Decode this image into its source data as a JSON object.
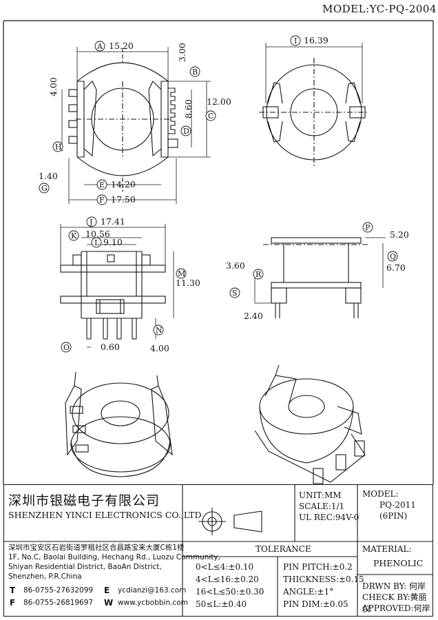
{
  "model_header": "MODEL:YC-PQ-2004",
  "dimensions": {
    "A": {
      "letter": "A",
      "value": "15.20"
    },
    "B": {
      "letter": "B",
      "value": "3.00"
    },
    "C": {
      "letter": "C",
      "value": "12.00"
    },
    "D": {
      "letter": "D",
      "value": "8.60"
    },
    "E": {
      "letter": "E",
      "value": "14.20"
    },
    "F": {
      "letter": "F",
      "value": "17.50"
    },
    "G": {
      "letter": "G",
      "value": "1.40"
    },
    "H": {
      "letter": "H",
      "value": "4.00"
    },
    "I": {
      "letter": "I",
      "value": "16.39"
    },
    "J": {
      "letter": "J",
      "value": "17.41"
    },
    "K": {
      "letter": "K",
      "value": "10.56"
    },
    "L": {
      "letter": "L",
      "value": "9.10"
    },
    "M": {
      "letter": "M",
      "value": "11.30"
    },
    "N": {
      "letter": "N",
      "value": "4.00"
    },
    "O": {
      "letter": "O",
      "value": "0.60"
    },
    "P": {
      "letter": "P",
      "value": "5.20"
    },
    "Q": {
      "letter": "Q",
      "value": "6.70"
    },
    "R": {
      "letter": "R",
      "value": "3.60"
    },
    "S": {
      "letter": "S",
      "value": "2.40"
    }
  },
  "company": {
    "name_cn": "深圳市银磁电子有限公司",
    "name_en": "SHENZHEN YINCI ELECTRONICS CO.,LTD",
    "address_cn": "深圳市宝安区石岩街道罗租社区合昌路宝来大厦C栋1楼",
    "address_en_1": "1F, No.C, Baolai Building, Hechang Rd., Luozu Community,",
    "address_en_2": "Shiyan Residential District, BaoAn District,",
    "address_en_3": "Shenzhen, P.R.China",
    "tel_label": "T",
    "tel": "86-0755-27632099",
    "fax_label": "F",
    "fax": "86-0755-26819697",
    "email_label": "E",
    "email": "ycdianzi@163.com",
    "web_label": "W",
    "web": "www.ycbobbin.com"
  },
  "units": {
    "unit": "UNIT:MM",
    "scale": "SCALE:1/1",
    "ul": "UL REC:94V-0"
  },
  "model_box": {
    "label": "MODEL:",
    "value": "PQ-2011",
    "pins": "(6PIN)"
  },
  "tolerance": {
    "title": "TOLERANCE",
    "left": [
      "0<L≤4:±0.10",
      "4<L≤16:±0.20",
      "16<L≤50:±0.30",
      "50≤L:±0.40"
    ],
    "right": [
      "PIN PITCH:±0.2",
      "THICKNESS:±0.15",
      "ANGLE:±1°",
      "PIN DIM:±0.05"
    ]
  },
  "material": {
    "label": "MATERIAL:",
    "value": "PHENOLIC"
  },
  "approvals": {
    "drawn": "DRWN BY: 何岸",
    "check": "CHECK BY:黄丽仪",
    "approved": "APPROVED:何岸"
  }
}
